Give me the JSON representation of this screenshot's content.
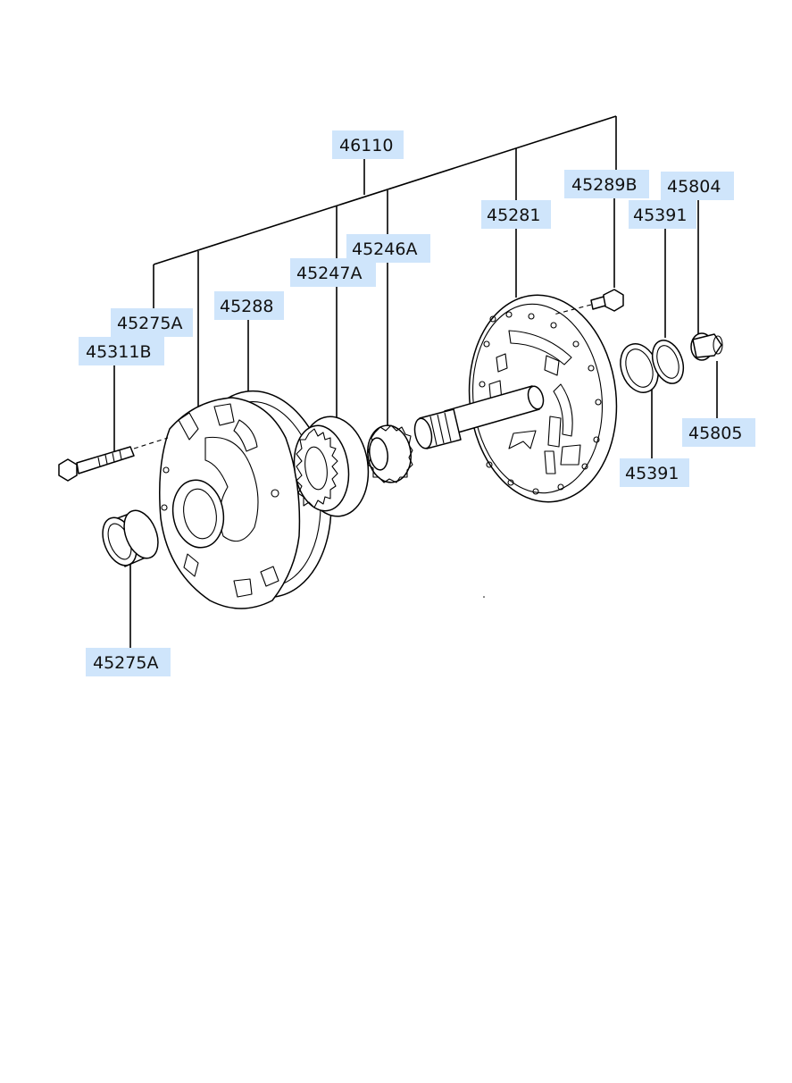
{
  "labels": {
    "assembly": "46110",
    "gear_outer": "45247A",
    "gear_inner": "45246A",
    "stator": "45281",
    "bolt_small": "45289B",
    "plug": "45804",
    "oring_top": "45391",
    "oring_bottom": "45391",
    "washer": "45805",
    "seal_top": "45275A",
    "body": "45288",
    "bolt_long": "45311B",
    "seal_bottom": "45275A"
  },
  "icons": {
    "pump_body": "oil-pump-body-icon",
    "outer_gear": "outer-gear-icon",
    "inner_gear": "inner-gear-icon",
    "stator_shaft": "stator-shaft-icon",
    "long_bolt": "long-bolt-icon",
    "small_bolt": "small-bolt-icon",
    "oil_seal": "oil-seal-icon",
    "o_ring": "o-ring-icon",
    "plug": "plug-icon"
  },
  "colors": {
    "label_highlight": "#cfe5fb",
    "line": "#000000"
  }
}
